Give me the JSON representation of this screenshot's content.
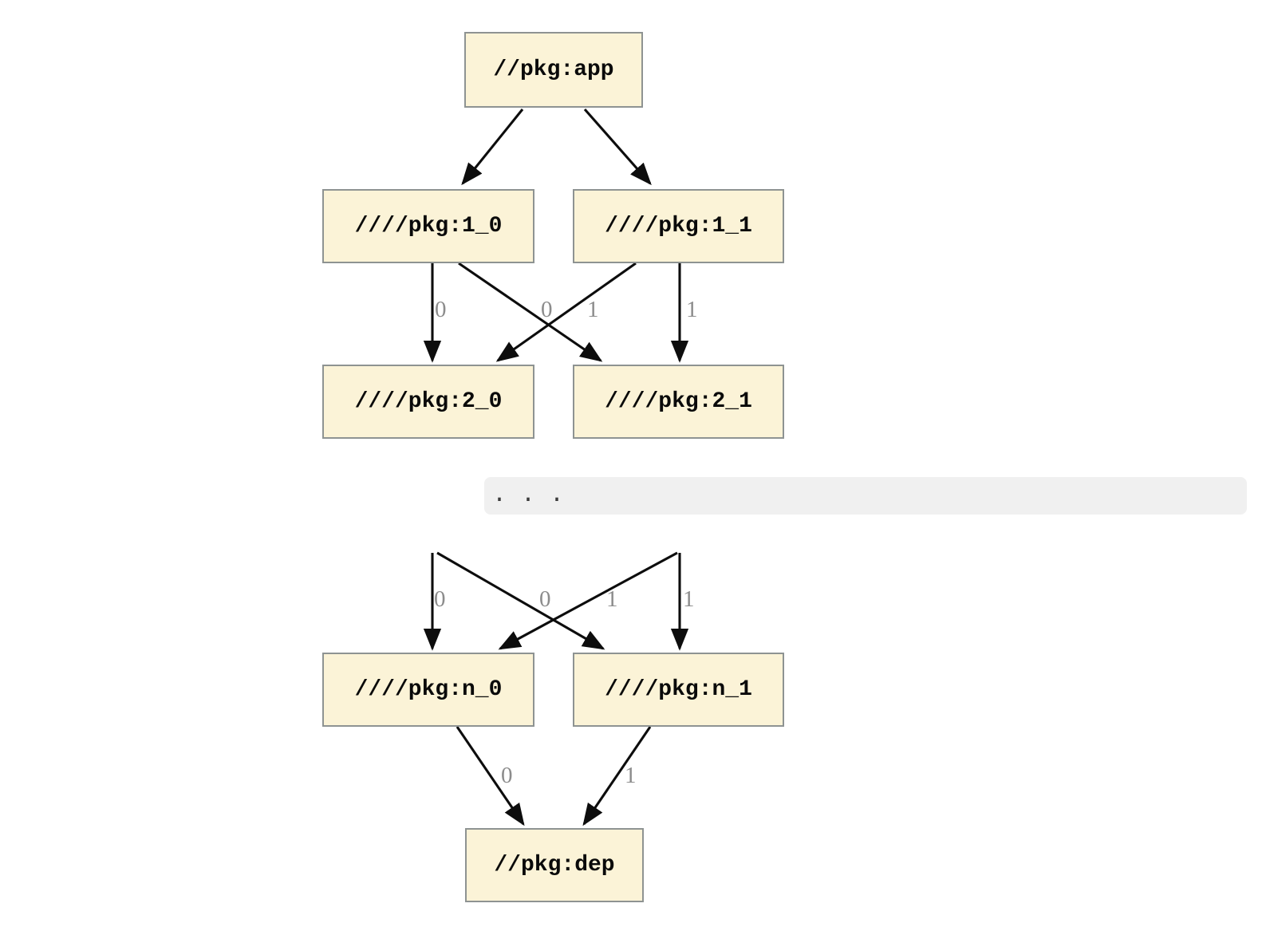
{
  "graph": {
    "nodes": {
      "app": {
        "label": "//pkg:app"
      },
      "n1_0": {
        "label": "////pkg:1_0"
      },
      "n1_1": {
        "label": "////pkg:1_1"
      },
      "n2_0": {
        "label": "////pkg:2_0"
      },
      "n2_1": {
        "label": "////pkg:2_1"
      },
      "nn_0": {
        "label": "////pkg:n_0"
      },
      "nn_1": {
        "label": "////pkg:n_1"
      },
      "dep": {
        "label": "//pkg:dep"
      }
    },
    "edge_labels": {
      "from_1_0_to_2_0": "0",
      "from_1_0_to_2_1": "0",
      "from_1_1_to_2_0": "1",
      "from_1_1_to_2_1": "1",
      "from_prev_0_to_n_0": "0",
      "from_prev_0_to_n_1": "0",
      "from_prev_1_to_n_0": "1",
      "from_prev_1_to_n_1": "1",
      "from_n_0_to_dep": "0",
      "from_n_1_to_dep": "1"
    },
    "ellipsis": ". . .",
    "colors": {
      "node_fill": "#fbf3d7",
      "node_border": "#8e9392",
      "edge": "#0d0d0d",
      "edge_label": "#8c8c8c",
      "ellipsis_bg": "#f0f0f0",
      "ellipsis_text": "#3a3a3a",
      "background": "#ffffff"
    }
  }
}
